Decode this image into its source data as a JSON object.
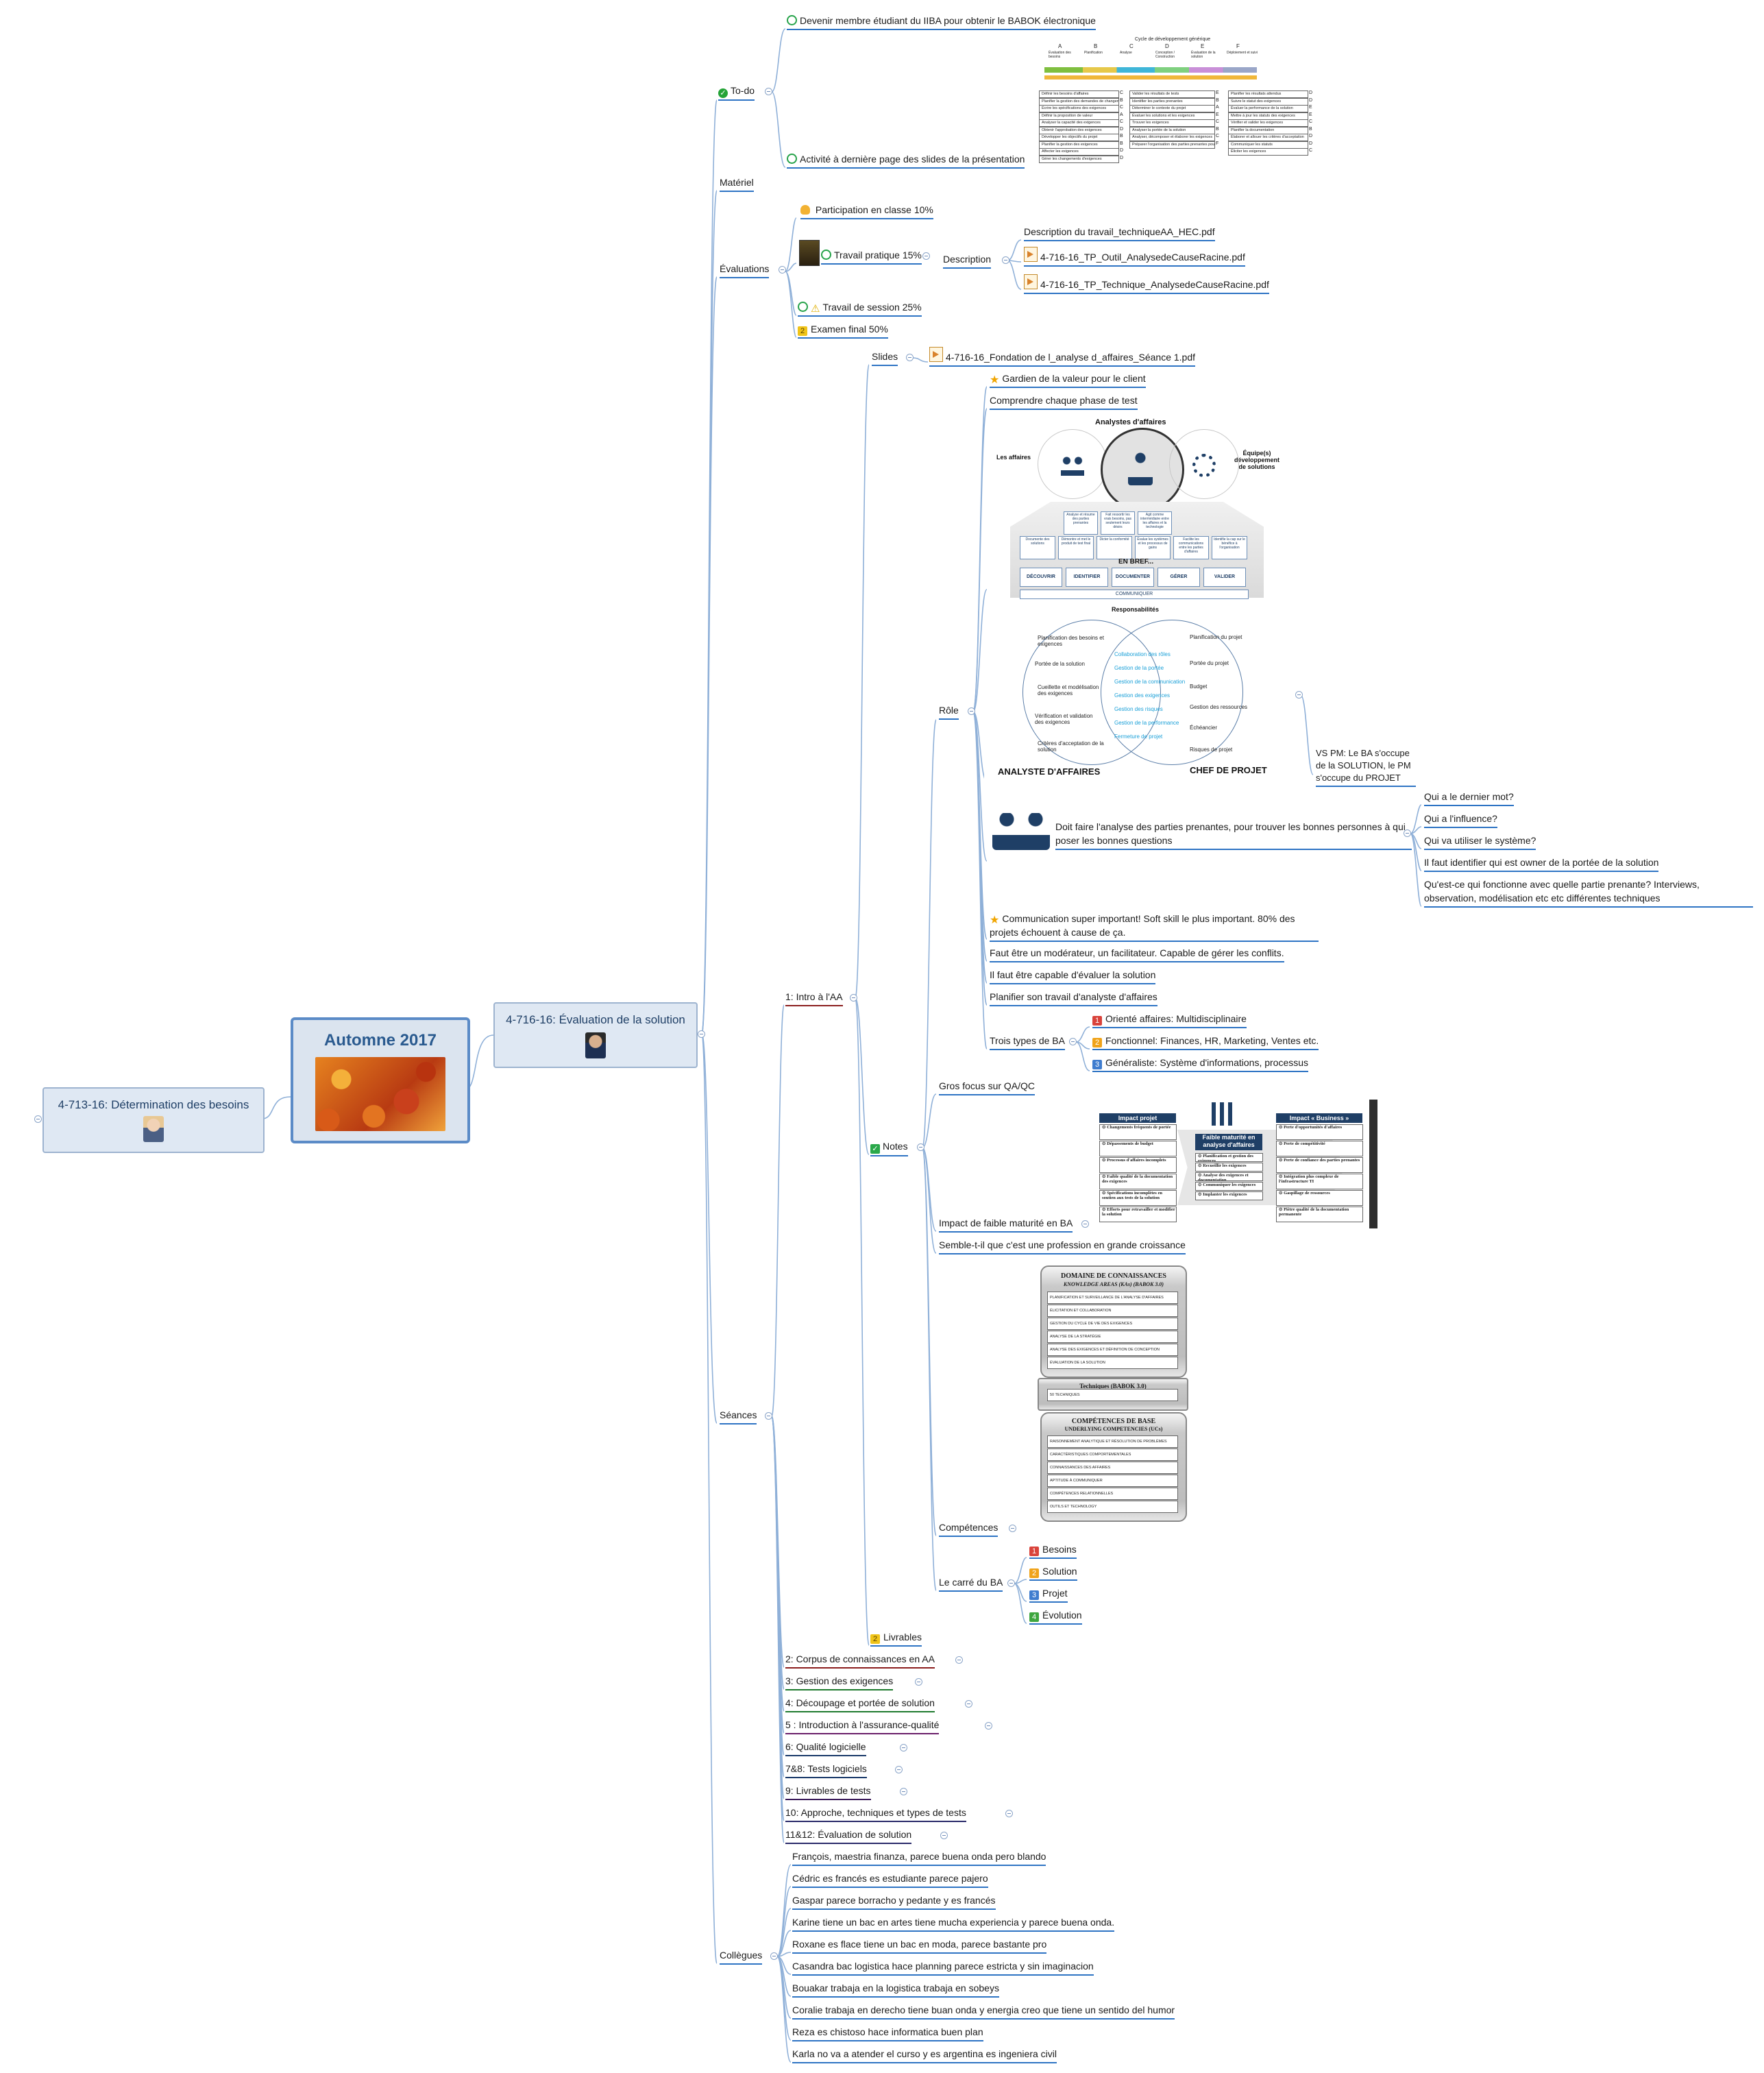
{
  "left_topic": "4-713-16: Détermination des besoins",
  "root": "Automne 2017",
  "main_topic": "4-716-16: Évaluation de la solution",
  "branches": {
    "todo": "To-do",
    "materiel": "Matériel",
    "evaluations": "Évaluations",
    "seances": "Séances",
    "collegues": "Collègues"
  },
  "todo": {
    "item1": "Devenir membre étudiant du IIBA pour obtenir le BABOK électronique",
    "item2": "Activité à dernière page des slides de la présentation",
    "cycle_title": "Cycle de développement générique",
    "cycle_cols": [
      "A",
      "B",
      "C",
      "D",
      "E",
      "F"
    ],
    "cycle_phases": [
      "Évaluation des besoins",
      "Planification",
      "Analyse",
      "Conception / Construction",
      "Évaluation de la solution",
      "Déploiement et suivi"
    ],
    "left_rows": [
      "Définir les besoins d'affaires",
      "Planifier la gestion des demandes de changements",
      "Écrire les spécifications des exigences",
      "Définir la proposition de valeur",
      "Analyser la capacité des exigences",
      "Obtenir l'approbation des exigences",
      "Développer les objectifs du projet",
      "Planifier la gestion des exigences",
      "Affecter les exigences",
      "Gérer les changements d'exigences"
    ],
    "left_codes": [
      "C",
      "B",
      "C",
      "A",
      "C",
      "D",
      "B",
      "B",
      "D",
      "D"
    ],
    "mid_rows": [
      "Valider les résultats de tests",
      "Identifier les parties prenantes",
      "Déterminer le contexte du projet",
      "Évaluer les solutions et les exigences",
      "Trouver les exigences",
      "Analyser la portée de la solution",
      "Analyser, décomposer et élaborer les exigences",
      "Préparer l'organisation des parties prenantes pour le déploiement de la solution (high-lift)"
    ],
    "mid_codes": [
      "E",
      "B",
      "A",
      "E",
      "C",
      "B",
      "C",
      "F"
    ],
    "right_rows": [
      "Planifier les résultats attendus",
      "Suivre le statut des exigences",
      "Évaluer la performance de la solution",
      "Mettre à jour les statuts des exigences",
      "Vérifier et valider les exigences",
      "Planifier la documentation",
      "Élaborer et allouer les critères d'acceptation",
      "Communiquer les statuts",
      "Éliciter les exigences"
    ],
    "right_codes": [
      "D",
      "D",
      "E",
      "E",
      "C",
      "B",
      "D",
      "D",
      "C"
    ]
  },
  "evaluations": {
    "participation": "Participation en classe 10%",
    "tp": "Travail pratique 15%",
    "description": "Description",
    "files": [
      "Description du travail_techniqueAA_HEC.pdf",
      "4-716-16_TP_Outil_AnalysedeCauseRacine.pdf",
      "4-716-16_TP_Technique_AnalysedeCauseRacine.pdf"
    ],
    "session": "Travail de session 25%",
    "final": "Examen final 50%"
  },
  "seances": {
    "intro": "1: Intro à l'AA",
    "slides": "Slides",
    "slides_file": "4-716-16_Fondation de l_analyse d_affaires_Séance 1.pdf",
    "gardien": "Gardien de la valeur pour le client",
    "comprendre": "Comprendre chaque phase de test",
    "role": "Rôle",
    "vs_pm": "VS PM: Le BA s'occupe de la SOLUTION, le PM s'occupe du PROJET",
    "parties": "Doit faire l'analyse des parties prenantes, pour trouver les bonnes personnes à qui poser les bonnes questions",
    "questions": [
      "Qui a le dernier mot?",
      "Qui a l'influence?",
      "Qui va utiliser le système?",
      "Il faut identifier qui est owner de la portée de la solution",
      "Qu'est-ce qui fonctionne avec quelle partie prenante? Interviews, observation, modélisation etc etc différentes techniques"
    ],
    "communication": "Communication super important! Soft skill le plus important. 80% des projets échouent à cause de ça.",
    "moderateur": "Faut être un modérateur, un facilitateur. Capable de gérer les conflits.",
    "evaluer": "Il faut être capable d'évaluer la solution",
    "planifier": "Planifier son travail d'analyste d'affaires",
    "trois_types": "Trois types de BA",
    "types": [
      "Orienté affaires: Multidisciplinaire",
      "Fonctionnel: Finances, HR, Marketing, Ventes etc.",
      "Généraliste: Système d'informations, processus"
    ],
    "notes": "Notes",
    "gros_focus": "Gros focus sur QA/QC",
    "impact": "Impact de faible maturité en BA",
    "croissance": "Semble-t-il que c'est une profession en grande croissance",
    "competences": "Compétences",
    "carre": "Le carré du BA",
    "carre_items": [
      "Besoins",
      "Solution",
      "Projet",
      "Évolution"
    ],
    "livrables": "Livrables",
    "others": [
      "2: Corpus de connaissances en AA",
      "3: Gestion des exigences",
      "4: Découpage et portée de solution",
      "5 : Introduction à l'assurance-qualité",
      "6: Qualité logicielle",
      "7&8: Tests logiciels",
      "9: Livrables de tests",
      "10: Approche, techniques et types de tests",
      "11&12: Évaluation de solution"
    ]
  },
  "img_analystes": {
    "title": "Analystes d'affaires",
    "left": "Les affaires",
    "right": "Équipe(s) développement de solutions",
    "en_bref": "EN BREF...",
    "steps": [
      "DÉCOUVRIR",
      "IDENTIFIER",
      "DOCUMENTER",
      "GÉRER",
      "VALIDER"
    ],
    "communiquer": "COMMUNIQUER",
    "bubbles_top": [
      "Analyse et résume des parties prenantes",
      "Fait ressortir les vrais besoins, pas seulement leurs désirs",
      "Agit comme intermédiaire entre les affaires et la technologie"
    ],
    "bubbles_bottom": [
      "Documente des solutions",
      "Démontre et met le produit de test final",
      "Dicter la conformité",
      "Évalue les systèmes et les processus de gains",
      "Facilite les communications entre les parties d'affaires",
      "Identifie la cap sur le bénéfice à l'organisation"
    ]
  },
  "img_resp": {
    "title": "Responsabilités",
    "left_label": "ANALYSTE D'AFFAIRES",
    "right_label": "CHEF DE PROJET",
    "left_items": [
      "Planification des besoins et exigences",
      "Portée de la solution",
      "Cueillette et modélisation des exigences",
      "Vérification et validation des exigences",
      "Critères d'acceptation de la solution"
    ],
    "middle_items": [
      "Collaboration des rôles",
      "Gestion de la portée",
      "Gestion de la communication",
      "Gestion des exigences",
      "Gestion des risques",
      "Gestion de la performance",
      "Fermeture de projet"
    ],
    "right_items": [
      "Planification du projet",
      "Portée du projet",
      "Budget",
      "Gestion des ressources",
      "Échéancier",
      "Risques de projet"
    ]
  },
  "img_impact": {
    "left_title": "Impact projet",
    "left_items": [
      "Changements fréquents de portée",
      "Dépassements de budget",
      "Processus d'affaires incomplets",
      "Faible qualité de la documentation des exigences",
      "Spécifications incomplètes en soutien aux tests de la solution",
      "Efforts pour retravailler et modifier la solution"
    ],
    "mid_title": "Faible maturité en analyse d'affaires",
    "mid_items": [
      "Planification et gestion des exigences",
      "Recueillir les exigences",
      "Analyse des exigences et documentation",
      "Communiquer les exigences",
      "Implanter les exigences"
    ],
    "right_title": "Impact « Business »",
    "right_items": [
      "Perte d'opportunités d'affaires",
      "Perte de compétitivité",
      "Perte de confiance des parties prenantes",
      "Intégration plus complexe de l'infrastructure TI",
      "Gaspillage de ressources",
      "Piètre qualité de la documentation permanente"
    ]
  },
  "img_domaine": {
    "title1": "DOMAINE DE CONNAISSANCES",
    "title1b": "KNOWLEDGE AREAS (KAs) (BABOK 3.0)",
    "rows1": [
      "PLANIFICATION ET SURVEILLANCE DE L'ANALYSE D'AFFAIRES",
      "ÉLICITATION ET COLLABORATION",
      "GESTION DU CYCLE DE VIE DES EXIGENCES",
      "ANALYSE DE LA STRATÉGIE",
      "ANALYSE DES EXIGENCES ET DÉFINITION DE CONCEPTION",
      "ÉVALUATION DE LA SOLUTION"
    ],
    "title2": "Techniques (BABOK 3.0)",
    "rows2": [
      "50 TECHNIQUES"
    ],
    "title3": "COMPÉTENCES DE BASE",
    "title3b": "UNDERLYING COMPETENCIES (UCs)",
    "rows3": [
      "RAISONNEMENT ANALYTIQUE ET RÉSOLUTION DE PROBLÈMES",
      "CARACTÉRISTIQUES COMPORTEMENTALES",
      "CONNAISSANCES DES AFFAIRES",
      "APTITUDE À COMMUNIQUER",
      "COMPÉTENCES RELATIONNELLES",
      "OUTILS ET TECHNOLOGY"
    ]
  },
  "collegues": [
    "François, maestria finanza, parece buena onda pero blando",
    "Cédric es francés es estudiante parece pajero",
    "Gaspar parece borracho y pedante y es francés",
    "Karine tiene un bac en artes tiene mucha experiencia y parece buena onda.",
    "Roxane es flace tiene un bac en moda, parece bastante pro",
    "Casandra bac logistica hace planning parece estricta y sin imaginacion",
    "Bouakar trabaja en la logistica trabaja en sobeys",
    "Coralie trabaja en derecho  tiene buan onda y energia creo que tiene un sentido del humor",
    "Reza es chistoso hace informatica buen plan",
    "Karla no va a atender el curso y es argentina es ingeniera civil"
  ],
  "colors": {
    "accent": "#2e74c4",
    "root_border": "#5b8bc7",
    "link": "#8fb0d8"
  }
}
